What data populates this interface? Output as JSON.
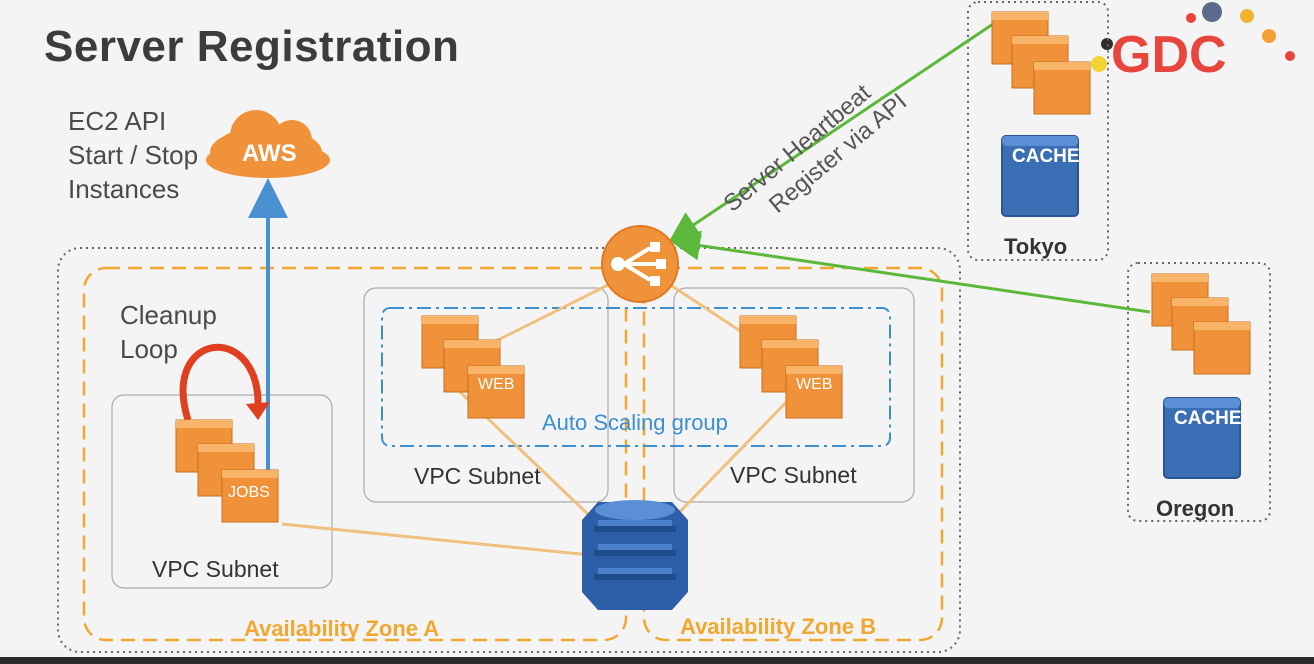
{
  "title": "Server Registration",
  "ec2_note": {
    "line1": "EC2 API",
    "line2": "Start / Stop",
    "line3": "Instances"
  },
  "aws_cloud_label": "AWS",
  "cleanup_note": {
    "line1": "Cleanup",
    "line2": "Loop"
  },
  "heartbeat_note": {
    "line1": "Server Heartbeat",
    "line2": "Register via API"
  },
  "subnets": {
    "jobs": "VPC Subnet",
    "web_a": "VPC Subnet",
    "web_b": "VPC Subnet"
  },
  "server_labels": {
    "jobs": "JOBS",
    "web_a": "WEB",
    "web_b": "WEB",
    "cache_tokyo": "CACHE",
    "cache_oregon": "CACHE"
  },
  "auto_scaling_label": "Auto Scaling group",
  "availability_zones": {
    "a": "Availability Zone A",
    "b": "Availability Zone B"
  },
  "regions": {
    "tokyo": "Tokyo",
    "oregon": "Oregon"
  },
  "logo_text": "GDC",
  "colors": {
    "orange_server": "#f0923a",
    "blue_cache": "#3a6fb5",
    "green_line": "#5cb83a",
    "blue_arrow": "#4a90d0",
    "az_border": "#f0a830",
    "logo_red": "#e8453c"
  },
  "icons": {
    "load_balancer": "elastic-load-balancer-icon",
    "database": "dynamodb-icon",
    "cloud": "aws-cloud-icon"
  }
}
